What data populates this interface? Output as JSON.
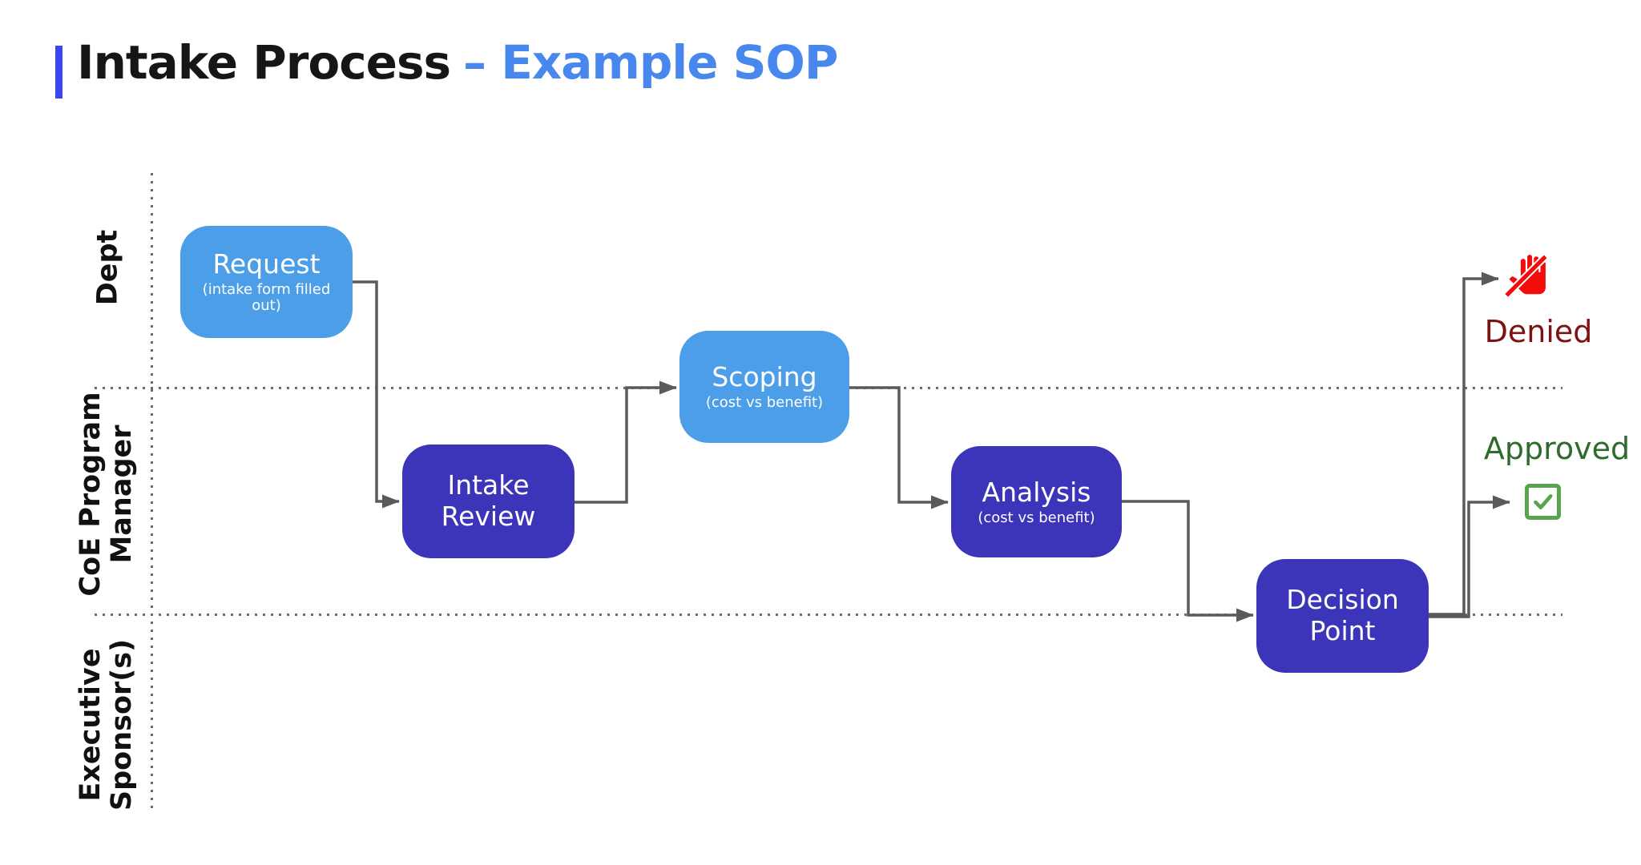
{
  "title": {
    "main": "Intake Process",
    "accent": "– Example SOP"
  },
  "lanes": [
    {
      "label": "Dept",
      "lines": [
        "Dept"
      ]
    },
    {
      "label": "CoE Program Manager",
      "lines": [
        "CoE Program",
        "Manager"
      ]
    },
    {
      "label": "Executive Sponsor(s)",
      "lines": [
        "Executive",
        "Sponsor(s)"
      ]
    }
  ],
  "nodes": [
    {
      "title": "Request",
      "subtitle": "(intake form filled out)",
      "variant": "light-blue"
    },
    {
      "title": "Intake Review",
      "subtitle": "",
      "variant": "indigo"
    },
    {
      "title": "Scoping",
      "subtitle": "(cost vs benefit)",
      "variant": "light-blue"
    },
    {
      "title": "Analysis",
      "subtitle": "(cost vs benefit)",
      "variant": "indigo"
    },
    {
      "title": "Decision Point",
      "subtitle": "",
      "variant": "indigo"
    }
  ],
  "outcomes": {
    "denied": {
      "label": "Denied",
      "icon": "stop-hand-icon"
    },
    "approved": {
      "label": "Approved",
      "icon": "checkbox-checked-icon"
    }
  },
  "colors": {
    "accent-bar": "#3B46F1",
    "title-blue": "#4787EE",
    "node-light": "#4C9EE8",
    "node-dark": "#3C35B9",
    "connector": "#5A5A5A",
    "lane-line": "#6B6B6B",
    "denied-text": "#7E1212",
    "denied-icon": "#F40B0B",
    "approved-text": "#2E6B2C",
    "approved-icon": "#56A44C"
  }
}
